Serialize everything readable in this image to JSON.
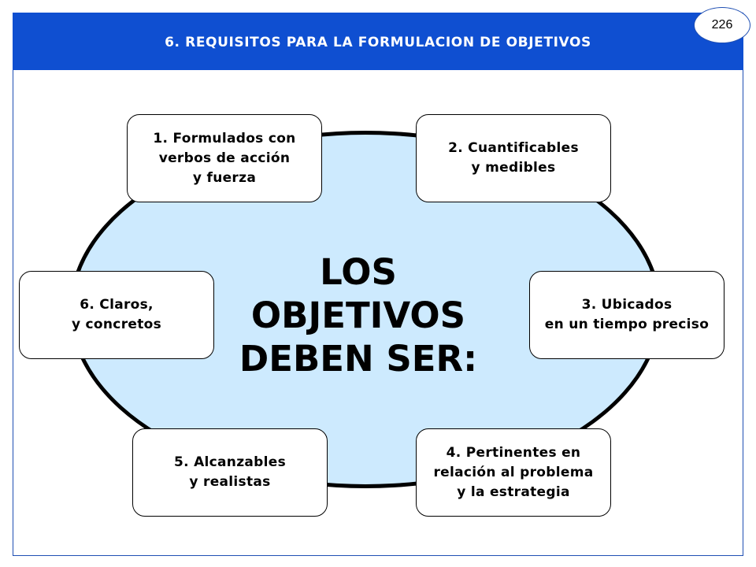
{
  "header": {
    "title": "6. REQUISITOS PARA LA FORMULACION DE OBJETIVOS"
  },
  "page_number": "226",
  "center": {
    "lines": [
      "LOS",
      "OBJETIVOS",
      "DEBEN SER:"
    ]
  },
  "boxes": [
    {
      "lines": [
        "1. Formulados con",
        "verbos de acción",
        "y fuerza"
      ]
    },
    {
      "lines": [
        "2. Cuantificables",
        "y medibles"
      ]
    },
    {
      "lines": [
        "3. Ubicados",
        "en un tiempo preciso"
      ]
    },
    {
      "lines": [
        "4. Pertinentes en",
        "relación al problema",
        "y la estrategia"
      ]
    },
    {
      "lines": [
        "5. Alcanzables",
        "y realistas"
      ]
    },
    {
      "lines": [
        "6. Claros,",
        "y concretos"
      ]
    }
  ],
  "colors": {
    "header_bg": "#0f4fd1",
    "ellipse_fill": "#cdeafe",
    "ellipse_border": "#000000"
  }
}
